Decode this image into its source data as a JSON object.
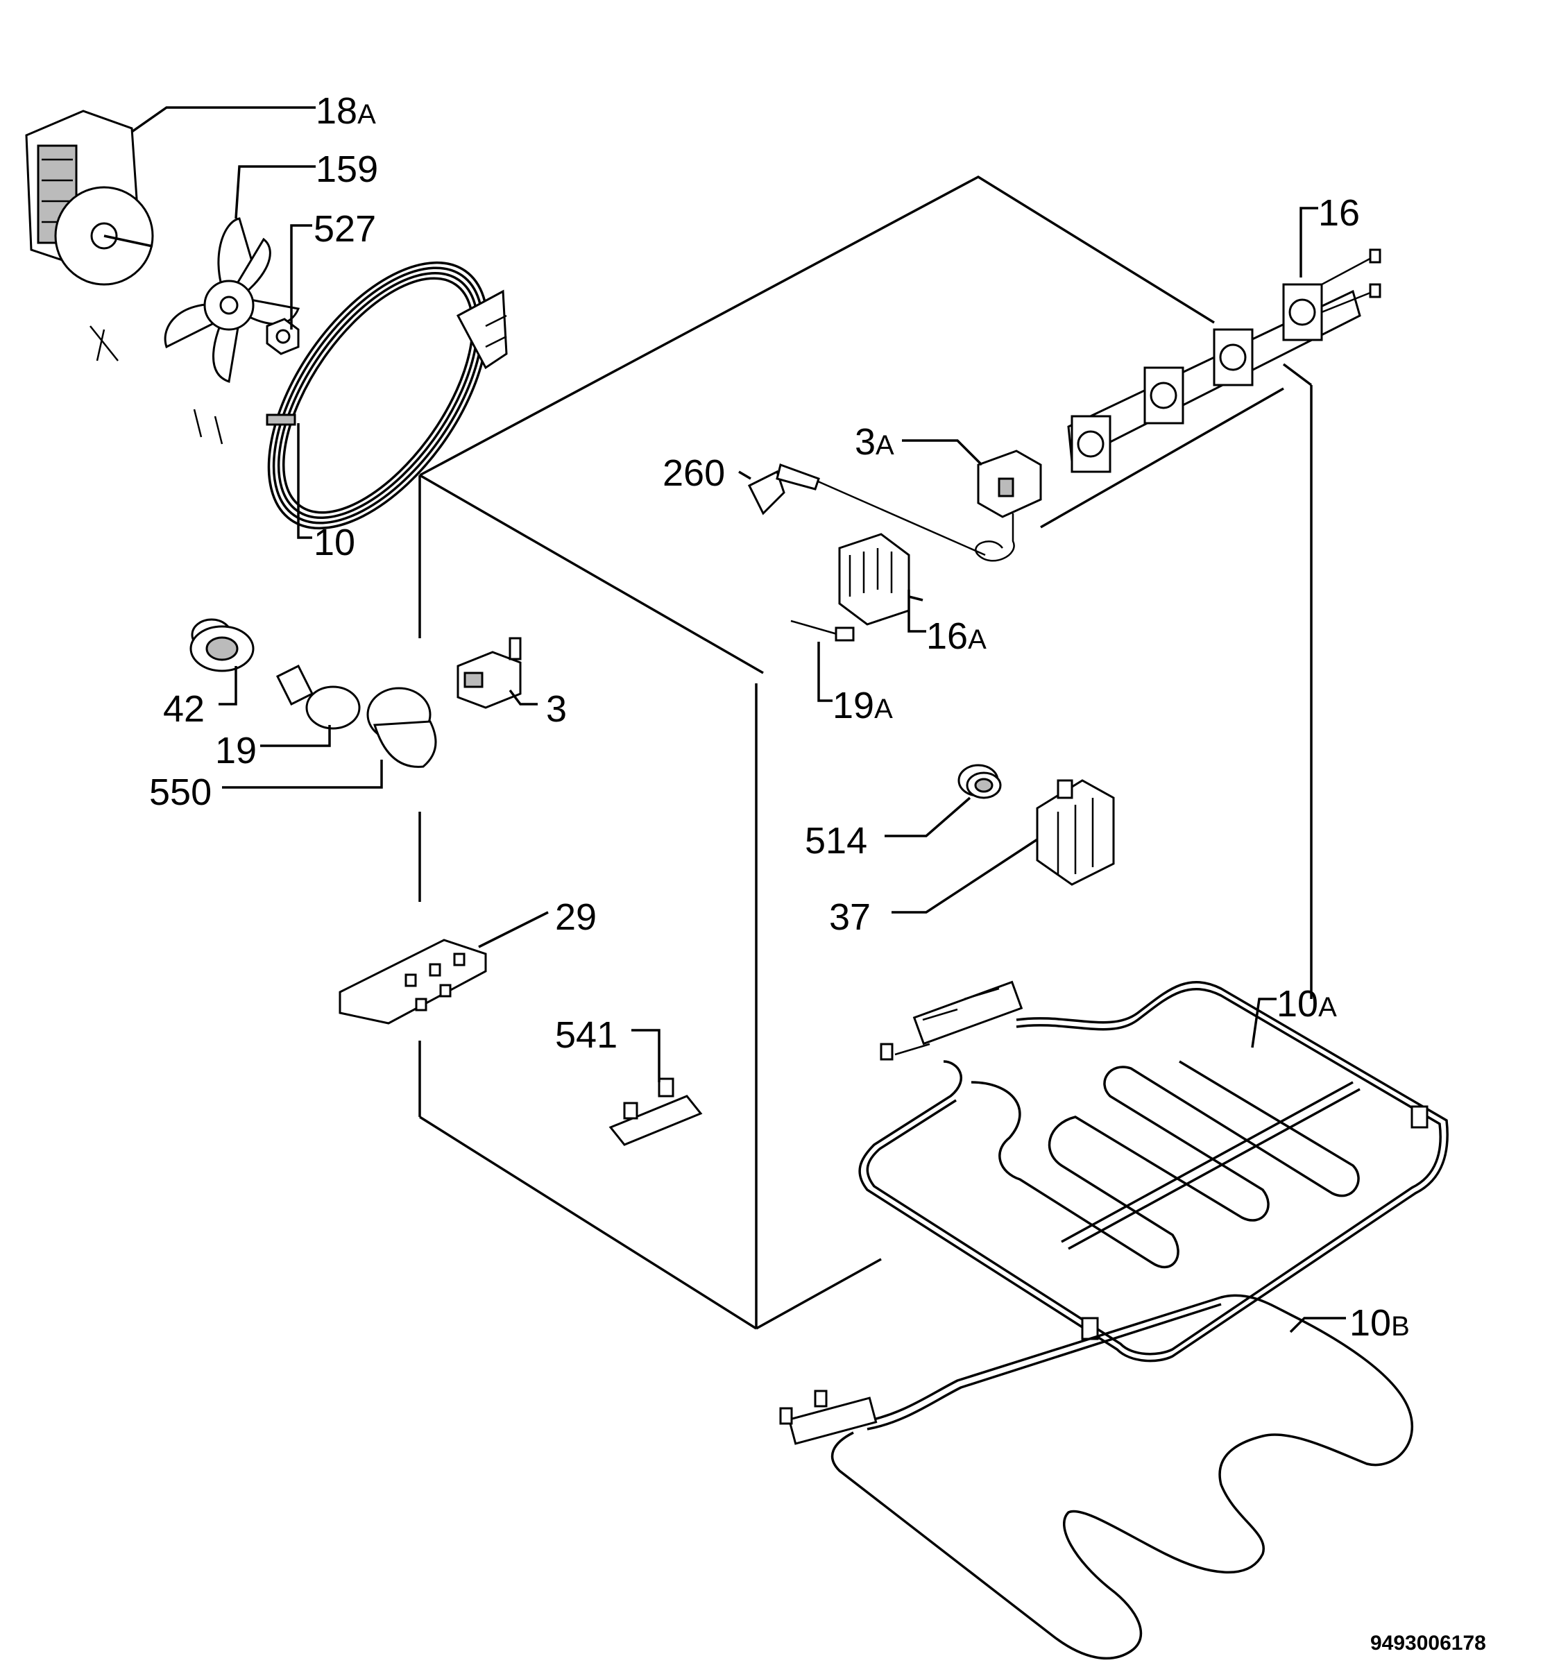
{
  "labels": {
    "l18a_num": "18",
    "l18a_suf": "A",
    "l159": "159",
    "l527": "527",
    "l16": "16",
    "l10": "10",
    "l3a_num": "3",
    "l3a_suf": "A",
    "l260": "260",
    "l16a_num": "16",
    "l16a_suf": "A",
    "l19a_num": "19",
    "l19a_suf": "A",
    "l42": "42",
    "l19": "19",
    "l550": "550",
    "l3": "3",
    "l514": "514",
    "l37": "37",
    "l29": "29",
    "l541": "541",
    "l10a_num": "10",
    "l10a_suf": "A",
    "l10b_num": "10",
    "l10b_suf": "B"
  },
  "doc_number": "9493006178"
}
